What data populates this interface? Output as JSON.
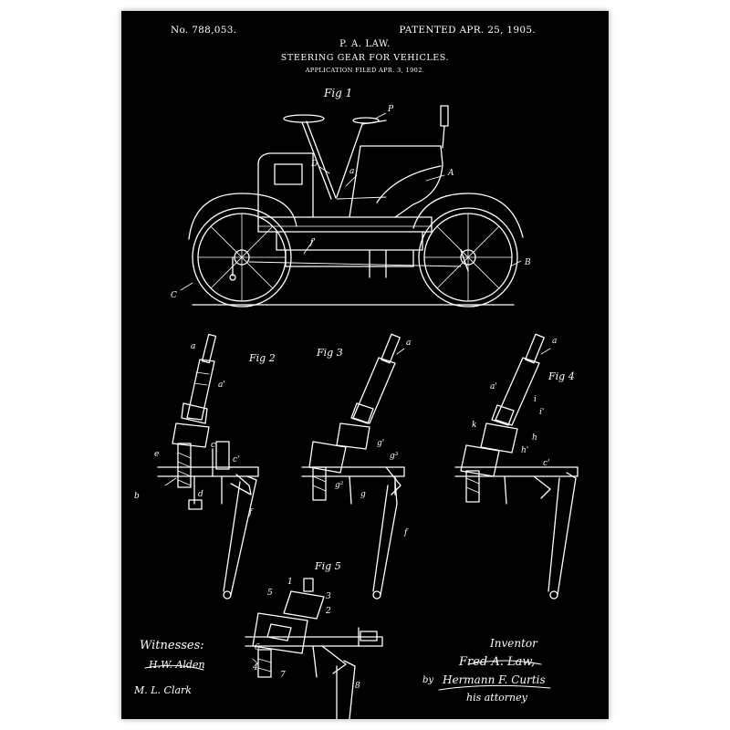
{
  "patent": {
    "number": "No. 788,053.",
    "patented": "PATENTED APR. 25, 1905.",
    "inventor_name": "P. A. LAW.",
    "title": "STEERING GEAR FOR VEHICLES.",
    "application": "APPLICATION FILED APR. 3, 1902."
  },
  "figures": {
    "fig1": "Fig 1",
    "fig2": "Fig 2",
    "fig3": "Fig 3",
    "fig4": "Fig 4",
    "fig5": "Fig 5"
  },
  "labels": {
    "f1_p": "P",
    "f1_D": "D",
    "f1_a": "a",
    "f1_A": "A",
    "f1_f": "f'",
    "f1_B": "B",
    "f1_C": "C",
    "f2_a": "a",
    "f2_a1": "a'",
    "f2_e": "e",
    "f2_c": "c",
    "f2_c1": "c'",
    "f2_b": "b",
    "f2_d": "d",
    "f2_f": "f",
    "f3_a": "a",
    "f3_g1": "g'",
    "f3_g3": "g³",
    "f3_g2": "g²",
    "f3_g": "g",
    "f3_f": "f",
    "f4_a": "a",
    "f4_a1": "a'",
    "f4_k": "k",
    "f4_i": "i",
    "f4_i1": "i'",
    "f4_h": "h",
    "f4_h1": "h'",
    "f4_c1": "c'",
    "f5_1": "1",
    "f5_2": "2",
    "f5_3": "3",
    "f5_4": "4",
    "f5_5": "5",
    "f5_6": "6",
    "f5_7": "7",
    "f5_8": "8"
  },
  "witnesses": {
    "heading": "Witnesses:",
    "name1": "H.W. Alden",
    "name2": "M. L. Clark"
  },
  "inventor": {
    "heading": "Inventor",
    "name": "Fred A. Law,",
    "by": "by",
    "attorney": "Hermann F. Curtis",
    "attorney_title": "his attorney"
  }
}
